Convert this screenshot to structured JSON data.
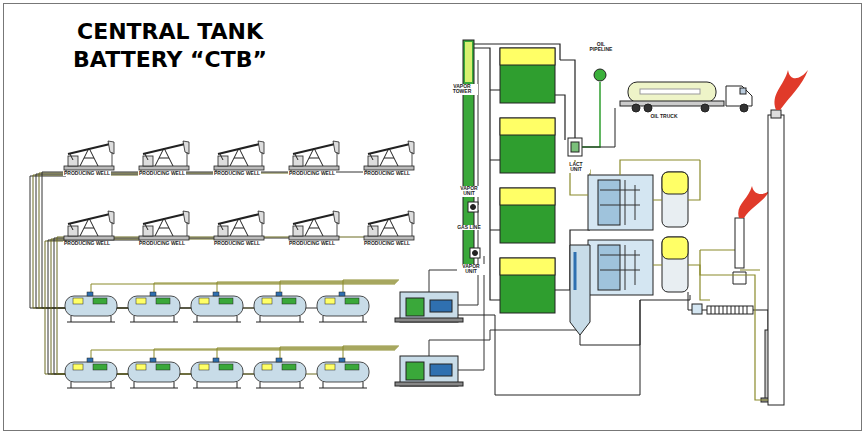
{
  "diagram": {
    "title": "CENTRAL TANK BATTERY “CTB”",
    "labels": [
      "PRODUCING WELL",
      "PRODUCING WELL",
      "PRODUCING WELL",
      "PRODUCING WELL",
      "PRODUCING WELL",
      "PRODUCING WELL",
      "PRODUCING WELL",
      "PRODUCING WELL",
      "PRODUCING WELL",
      "PRODUCING WELL",
      "VAPOR TOWER",
      "OIL PIPELINE",
      "LACT UNIT",
      "OIL TRUCK",
      "VAPOR UNIT",
      "GAS LINE",
      "VAPOR UNIT"
    ]
  }
}
